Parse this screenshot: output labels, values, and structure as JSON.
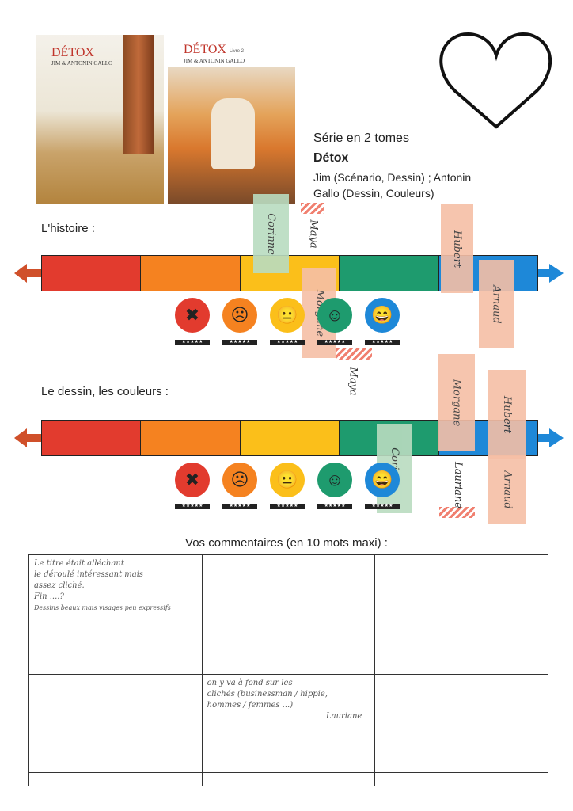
{
  "covers": [
    {
      "title": "DÉTOX",
      "authors": "JIM & ANTONIN GALLO"
    },
    {
      "title": "DÉTOX",
      "volume": "Livre 2",
      "authors": "JIM & ANTONIN GALLO"
    }
  ],
  "info": {
    "series": "Série en 2 tomes",
    "title": "Détox",
    "credits_line1": "Jim (Scénario, Dessin) ; Antonin",
    "credits_line2": "Gallo (Dessin, Couleurs)"
  },
  "sections": [
    {
      "label": "L'histoire :"
    },
    {
      "label": "Le dessin, les couleurs :"
    }
  ],
  "scale": {
    "colors": [
      "#e23b2e",
      "#f58220",
      "#fbbf1a",
      "#1e9b6e",
      "#1e88d8"
    ],
    "faces": [
      "✖",
      "☹",
      "😐",
      "☺",
      "😄"
    ],
    "stars": [
      "★★★★★",
      "★★★★★",
      "★★★★★",
      "★★★★★",
      "★★★★★"
    ]
  },
  "votes_story": [
    "Corinne",
    "Maya",
    "Hubert",
    "Morgane",
    "Arnaud"
  ],
  "votes_art": [
    "Maya",
    "Morgane",
    "Hubert",
    "Corinne",
    "Lauriane",
    "Arnaud"
  ],
  "comments": {
    "title": "Vos commentaires (en 10 mots maxi) :",
    "c1": [
      "Le titre était alléchant",
      "le déroulé intéressant mais",
      "assez cliché.",
      "Fin ....?",
      "Dessins beaux mais visages peu expressifs"
    ],
    "c2": [
      "on y va à fond sur les",
      "clichés (businessman / hippie,",
      "hommes / femmes ...)",
      "Lauriane"
    ]
  }
}
